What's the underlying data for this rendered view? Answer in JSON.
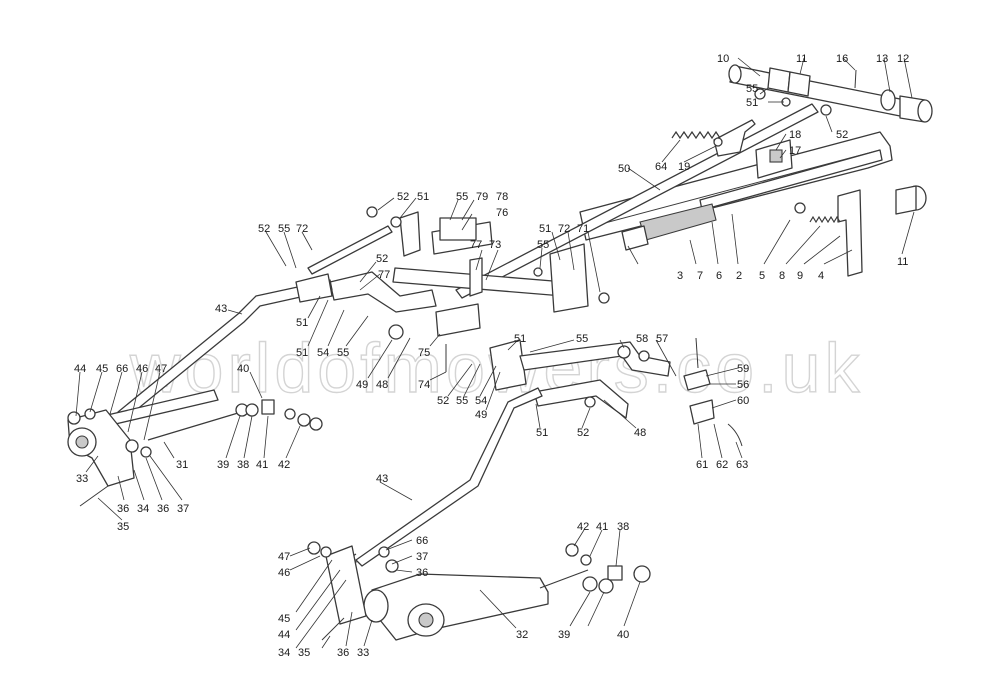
{
  "watermark": "worldofmowers.co.uk",
  "callouts": [
    {
      "id": "c10",
      "label": "10"
    },
    {
      "id": "c11a",
      "label": "11"
    },
    {
      "id": "c16",
      "label": "16"
    },
    {
      "id": "c13",
      "label": "13"
    },
    {
      "id": "c12",
      "label": "12"
    },
    {
      "id": "c55a",
      "label": "55"
    },
    {
      "id": "c51a",
      "label": "51"
    },
    {
      "id": "c52a",
      "label": "52"
    },
    {
      "id": "c18",
      "label": "18"
    },
    {
      "id": "c17",
      "label": "17"
    },
    {
      "id": "c64",
      "label": "64"
    },
    {
      "id": "c19",
      "label": "19"
    },
    {
      "id": "c50",
      "label": "50"
    },
    {
      "id": "c52b",
      "label": "52"
    },
    {
      "id": "c51b",
      "label": "51"
    },
    {
      "id": "c55b",
      "label": "55"
    },
    {
      "id": "c79",
      "label": "79"
    },
    {
      "id": "c78",
      "label": "78"
    },
    {
      "id": "c76",
      "label": "76"
    },
    {
      "id": "c52c",
      "label": "52"
    },
    {
      "id": "c55c",
      "label": "55"
    },
    {
      "id": "c72a",
      "label": "72"
    },
    {
      "id": "c51c",
      "label": "51"
    },
    {
      "id": "c72b",
      "label": "72"
    },
    {
      "id": "c71",
      "label": "71"
    },
    {
      "id": "c55d",
      "label": "55"
    },
    {
      "id": "c77a",
      "label": "77"
    },
    {
      "id": "c73",
      "label": "73"
    },
    {
      "id": "c77b",
      "label": "77"
    },
    {
      "id": "c52d",
      "label": "52"
    },
    {
      "id": "c3",
      "label": "3"
    },
    {
      "id": "c7",
      "label": "7"
    },
    {
      "id": "c6",
      "label": "6"
    },
    {
      "id": "c2",
      "label": "2"
    },
    {
      "id": "c5",
      "label": "5"
    },
    {
      "id": "c8",
      "label": "8"
    },
    {
      "id": "c9",
      "label": "9"
    },
    {
      "id": "c4",
      "label": "4"
    },
    {
      "id": "c11b",
      "label": "11"
    },
    {
      "id": "c43a",
      "label": "43"
    },
    {
      "id": "c51d",
      "label": "51"
    },
    {
      "id": "c51e",
      "label": "51"
    },
    {
      "id": "c54a",
      "label": "54"
    },
    {
      "id": "c55e",
      "label": "55"
    },
    {
      "id": "c75",
      "label": "75"
    },
    {
      "id": "c49a",
      "label": "49"
    },
    {
      "id": "c48a",
      "label": "48"
    },
    {
      "id": "c74",
      "label": "74"
    },
    {
      "id": "c51f",
      "label": "51"
    },
    {
      "id": "c55f",
      "label": "55"
    },
    {
      "id": "c58",
      "label": "58"
    },
    {
      "id": "c57",
      "label": "57"
    },
    {
      "id": "c59",
      "label": "59"
    },
    {
      "id": "c56",
      "label": "56"
    },
    {
      "id": "c60",
      "label": "60"
    },
    {
      "id": "c52e",
      "label": "52"
    },
    {
      "id": "c55g",
      "label": "55"
    },
    {
      "id": "c54b",
      "label": "54"
    },
    {
      "id": "c49b",
      "label": "49"
    },
    {
      "id": "c51g",
      "label": "51"
    },
    {
      "id": "c52f",
      "label": "52"
    },
    {
      "id": "c48b",
      "label": "48"
    },
    {
      "id": "c61",
      "label": "61"
    },
    {
      "id": "c62",
      "label": "62"
    },
    {
      "id": "c63",
      "label": "63"
    },
    {
      "id": "c44a",
      "label": "44"
    },
    {
      "id": "c45a",
      "label": "45"
    },
    {
      "id": "c66a",
      "label": "66"
    },
    {
      "id": "c46a",
      "label": "46"
    },
    {
      "id": "c47a",
      "label": "47"
    },
    {
      "id": "c40a",
      "label": "40"
    },
    {
      "id": "c39a",
      "label": "39"
    },
    {
      "id": "c38a",
      "label": "38"
    },
    {
      "id": "c41a",
      "label": "41"
    },
    {
      "id": "c42a",
      "label": "42"
    },
    {
      "id": "c33a",
      "label": "33"
    },
    {
      "id": "c31",
      "label": "31"
    },
    {
      "id": "c36a",
      "label": "36"
    },
    {
      "id": "c34a",
      "label": "34"
    },
    {
      "id": "c36b",
      "label": "36"
    },
    {
      "id": "c37a",
      "label": "37"
    },
    {
      "id": "c35a",
      "label": "35"
    },
    {
      "id": "c43b",
      "label": "43"
    },
    {
      "id": "c47b",
      "label": "47"
    },
    {
      "id": "c46b",
      "label": "46"
    },
    {
      "id": "c66b",
      "label": "66"
    },
    {
      "id": "c37b",
      "label": "37"
    },
    {
      "id": "c36c",
      "label": "36"
    },
    {
      "id": "c42b",
      "label": "42"
    },
    {
      "id": "c41b",
      "label": "41"
    },
    {
      "id": "c38b",
      "label": "38"
    },
    {
      "id": "c45b",
      "label": "45"
    },
    {
      "id": "c44b",
      "label": "44"
    },
    {
      "id": "c34b",
      "label": "34"
    },
    {
      "id": "c35b",
      "label": "35"
    },
    {
      "id": "c36d",
      "label": "36"
    },
    {
      "id": "c33b",
      "label": "33"
    },
    {
      "id": "c32",
      "label": "32"
    },
    {
      "id": "c39b",
      "label": "39"
    },
    {
      "id": "c40b",
      "label": "40"
    }
  ]
}
